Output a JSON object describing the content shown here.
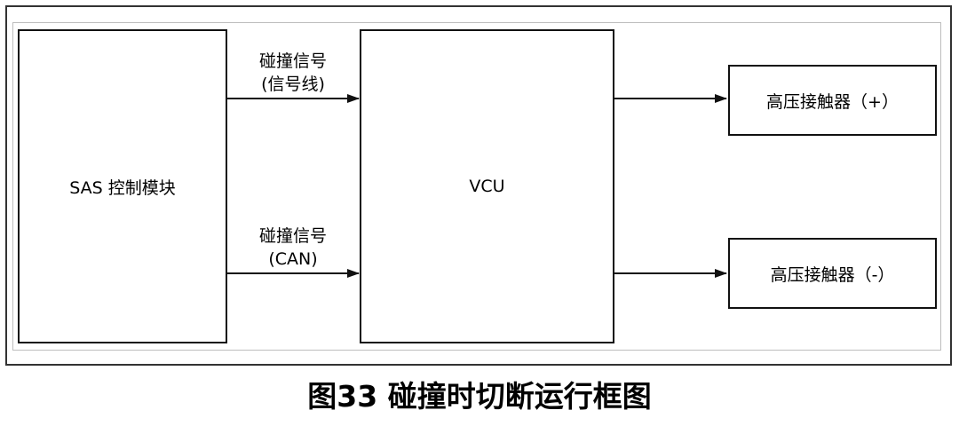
{
  "blocks": {
    "sas": "SAS 控制模块",
    "vcu": "VCU",
    "hv_plus": "高压接触器（+）",
    "hv_minus": "高压接触器（-）"
  },
  "signals": {
    "top_line1": "碰撞信号",
    "top_line2": "(信号线)",
    "bottom_line1": "碰撞信号",
    "bottom_line2": "(CAN)"
  },
  "caption": "图33 碰撞时切断运行框图"
}
